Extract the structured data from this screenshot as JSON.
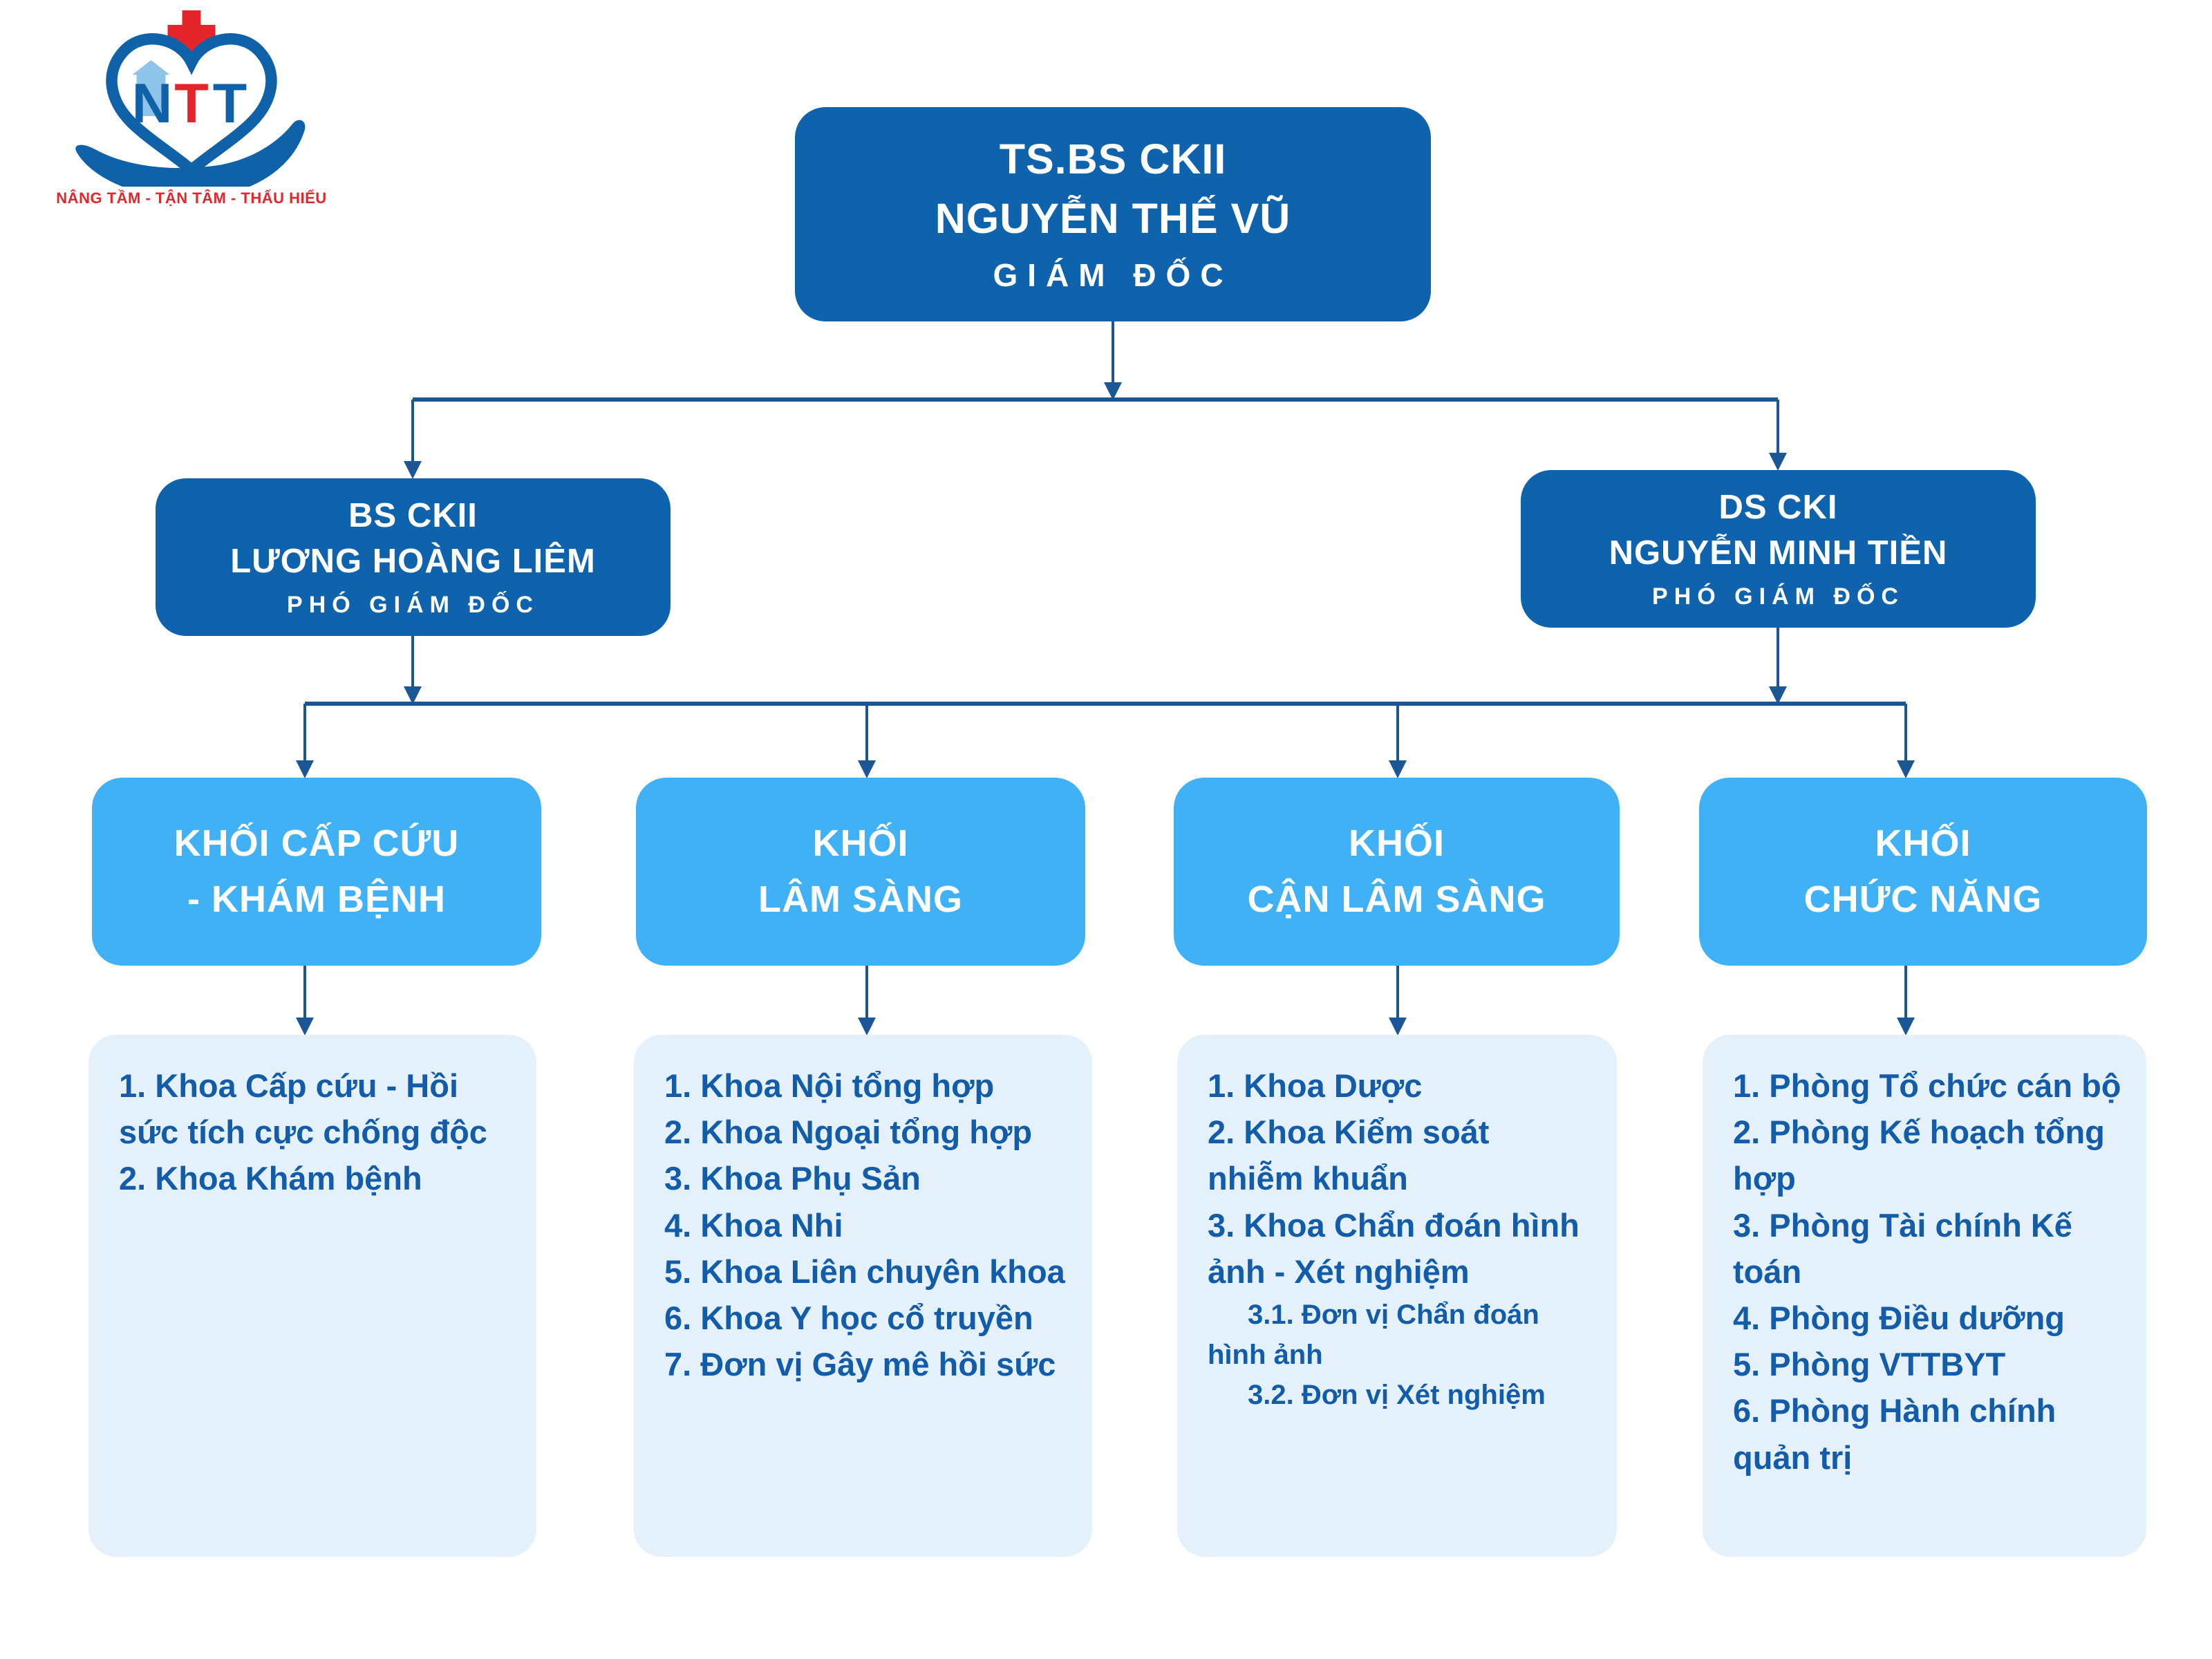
{
  "logo": {
    "monogram_n": "N",
    "monogram_t1": "T",
    "monogram_t2": "T",
    "slogan": "NÂNG TẦM - TẬN TÂM - THẤU HIỂU"
  },
  "director": {
    "title": "TS.BS CKII",
    "name": "NGUYỄN THẾ VŨ",
    "role": "GIÁM ĐỐC"
  },
  "deputies": [
    {
      "title": "BS CKII",
      "name": "LƯƠNG HOÀNG LIÊM",
      "role": "PHÓ GIÁM ĐỐC"
    },
    {
      "title": "DS CKI",
      "name": "NGUYỄN MINH TIỀN",
      "role": "PHÓ GIÁM ĐỐC"
    }
  ],
  "blocks": [
    {
      "label1": "KHỐI CẤP CỨU",
      "label2": "- KHÁM BỆNH",
      "items": [
        {
          "text": "1. Khoa Cấp cứu - Hồi sức tích cực chống độc",
          "indent": false
        },
        {
          "text": "2. Khoa Khám bệnh",
          "indent": false
        }
      ]
    },
    {
      "label1": "KHỐI",
      "label2": "LÂM SÀNG",
      "items": [
        {
          "text": "1. Khoa Nội tổng hợp",
          "indent": false
        },
        {
          "text": "2. Khoa Ngoại tổng hợp",
          "indent": false
        },
        {
          "text": "3. Khoa Phụ Sản",
          "indent": false
        },
        {
          "text": "4. Khoa Nhi",
          "indent": false
        },
        {
          "text": "5. Khoa Liên chuyên khoa",
          "indent": false
        },
        {
          "text": "6. Khoa Y học cổ truyền",
          "indent": false
        },
        {
          "text": "7. Đơn vị Gây mê hồi sức",
          "indent": false
        }
      ]
    },
    {
      "label1": "KHỐI",
      "label2": "CẬN LÂM SÀNG",
      "items": [
        {
          "text": "1. Khoa Dược",
          "indent": false
        },
        {
          "text": "2. Khoa Kiểm soát nhiễm khuẩn",
          "indent": false
        },
        {
          "text": "3. Khoa Chẩn đoán hình ảnh - Xét nghiệm",
          "indent": false
        },
        {
          "text": "3.1. Đơn vị Chẩn đoán hình ảnh",
          "indent": true
        },
        {
          "text": "3.2. Đơn vị Xét nghiệm",
          "indent": true
        }
      ]
    },
    {
      "label1": "KHỐI",
      "label2": "CHỨC NĂNG",
      "items": [
        {
          "text": "1. Phòng Tổ chức cán bộ",
          "indent": false
        },
        {
          "text": "2. Phòng Kế hoạch tổng hợp",
          "indent": false
        },
        {
          "text": "3. Phòng Tài chính Kế toán",
          "indent": false
        },
        {
          "text": "4. Phòng Điều dưỡng",
          "indent": false
        },
        {
          "text": "5. Phòng VTTBYT",
          "indent": false
        },
        {
          "text": "6. Phòng Hành chính quản trị",
          "indent": false
        }
      ]
    }
  ],
  "colors": {
    "primary_dark_blue": "#0e63ac",
    "accent_sky_blue": "#3fb1f4",
    "list_background": "#e4f1fb",
    "list_text": "#135ca9",
    "connector": "#1c5795",
    "logo_red": "#e4252c"
  }
}
